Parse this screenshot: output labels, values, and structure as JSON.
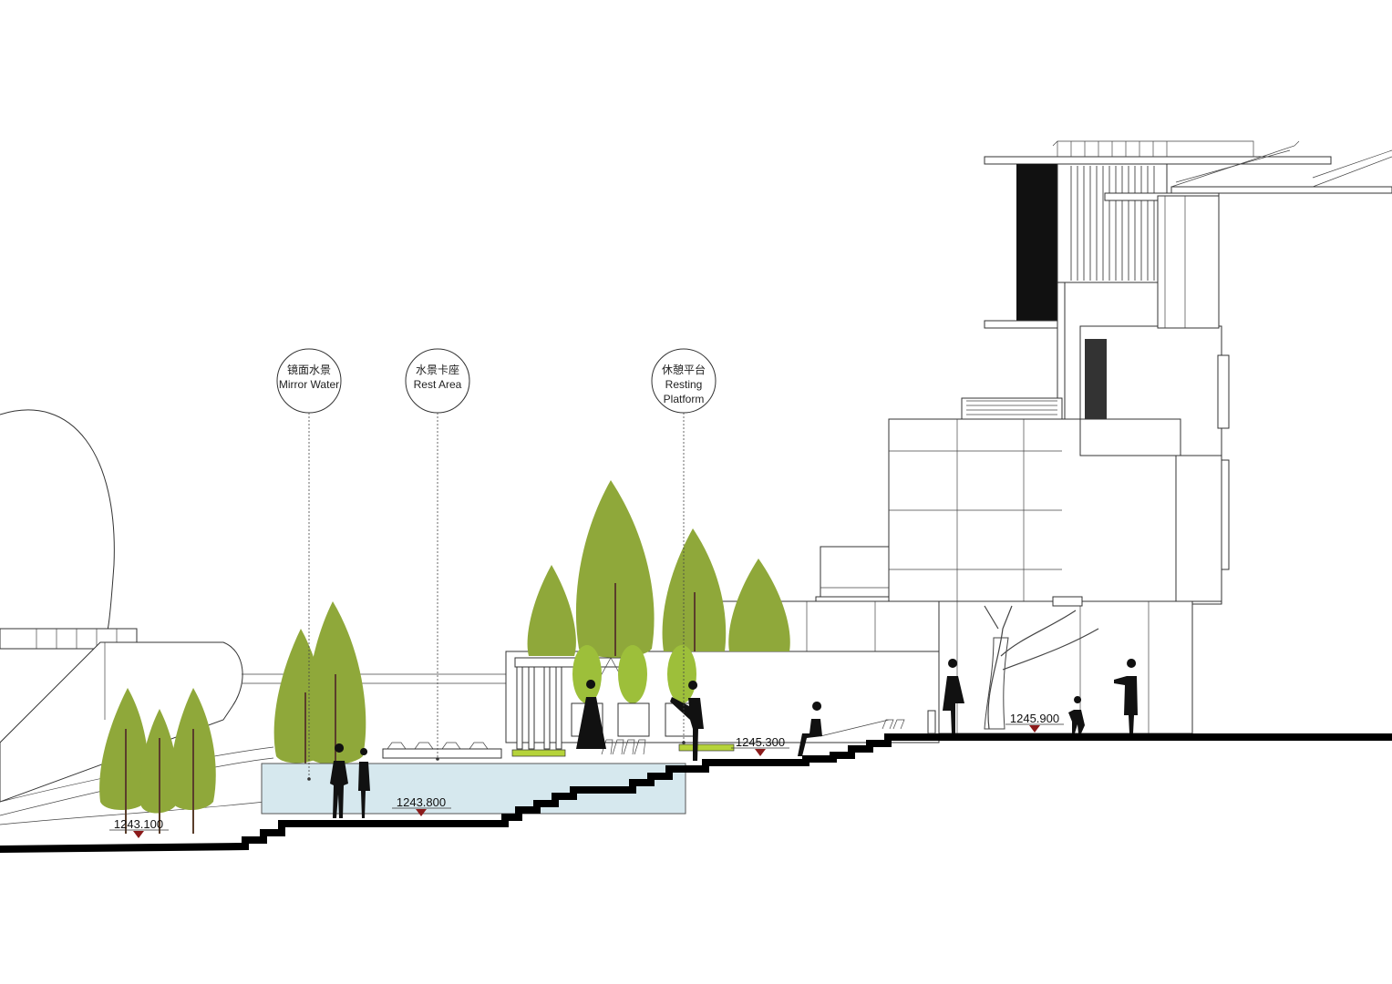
{
  "callouts": [
    {
      "zh": "镜面水景",
      "en": "Mirror Water",
      "en2": ""
    },
    {
      "zh": "水景卡座",
      "en": "Rest Area",
      "en2": ""
    },
    {
      "zh": "休憩平台",
      "en": "Resting",
      "en2": "Platform"
    }
  ],
  "elevations": [
    "1243.100",
    "1243.800",
    "1245.300",
    "1245.900"
  ],
  "colors": {
    "tree_green": "#8fa83a",
    "tree_light_green": "#9dbf3a",
    "water_blue": "#d6e8ee",
    "elevation_marker": "#8b1a1a",
    "bench_green": "#b5d33a"
  }
}
